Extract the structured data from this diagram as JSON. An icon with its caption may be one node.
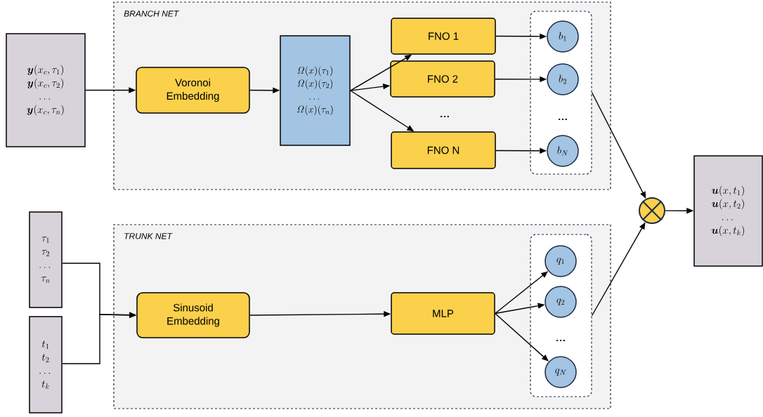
{
  "diagram": {
    "nodes": [
      {
        "text": [
          "BRANCH NET"
        ]
      },
      {
        "text": [
          "\\boldsymbol{y}(x_c,\\tau_1)",
          "\\boldsymbol{y}(x_c,\\tau_2)",
          "\\dots",
          "\\boldsymbol{y}(x_c,\\tau_n)"
        ]
      },
      {
        "text": [
          "Voronoi Embedding"
        ],
        "in": 0
      },
      {
        "text": [
          "\\mathit{\\Omega}(x)(\\tau_1)",
          "\\mathit{\\Omega}(x)(\\tau_2)",
          "\\dots",
          "\\mathit{\\Omega}(x)(\\tau_n)"
        ],
        "in": 0
      },
      {
        "text": [
          "FNO 1"
        ],
        "in": 0
      },
      {
        "text": [
          "FNO 2"
        ],
        "in": 0
      },
      {
        "text": [
          "FNO N"
        ],
        "in": 0
      },
      {
        "text": [],
        "shape": "box",
        "in": 0
      },
      {
        "text": [
          "b_1"
        ],
        "in": 7
      },
      {
        "text": [
          "b_2"
        ],
        "in": 7
      },
      {
        "text": [
          "b_N"
        ],
        "in": 7
      },
      {
        "text": [
          "TRUNK NET"
        ]
      },
      {
        "text": [
          "\\tau_1",
          "\\tau_2",
          "\\dots",
          "\\tau_n"
        ]
      },
      {
        "text": [
          "t_1",
          "t_2",
          "\\dots",
          "t_k"
        ]
      },
      {
        "text": [
          "Sinusoid Embedding"
        ],
        "in": 11
      },
      {
        "text": [
          "MLP"
        ],
        "in": 11
      },
      {
        "text": [],
        "shape": "box",
        "in": 11
      },
      {
        "text": [
          "q_1"
        ],
        "in": 16
      },
      {
        "text": [
          "q_2"
        ],
        "in": 16
      },
      {
        "text": [
          "q_N"
        ],
        "in": 16
      },
      {
        "text": [],
        "shape": "circle"
      },
      {
        "text": [
          "\\boldsymbol{u}(x,t_1)",
          "\\boldsymbol{u}(x,t_2)",
          "\\dots",
          "\\boldsymbol{u}(x,t_k)"
        ]
      }
    ],
    "edges": [
      {
        "from": 1,
        "to": 2,
        "arrow": "to"
      },
      {
        "from": 2,
        "to": 3,
        "arrow": "to"
      },
      {
        "from": 3,
        "to": 4,
        "arrow": "to"
      },
      {
        "from": 3,
        "to": 5,
        "arrow": "to"
      },
      {
        "from": 3,
        "to": 6,
        "arrow": "to"
      },
      {
        "from": 4,
        "to": 8,
        "arrow": "to"
      },
      {
        "from": 5,
        "to": 9,
        "arrow": "to"
      },
      {
        "from": 6,
        "to": 10,
        "arrow": "to"
      },
      {
        "from": 7,
        "to": 20,
        "arrow": "to"
      },
      {
        "from": 12,
        "to": 14,
        "arrow": "to"
      },
      {
        "from": 13,
        "to": 14,
        "arrow": "to"
      },
      {
        "from": 14,
        "to": 15,
        "arrow": "to"
      },
      {
        "from": 15,
        "to": 17,
        "arrow": "to"
      },
      {
        "from": 15,
        "to": 18,
        "arrow": "to"
      },
      {
        "from": 15,
        "to": 19,
        "arrow": "to"
      },
      {
        "from": 16,
        "to": 20,
        "arrow": "to"
      },
      {
        "from": 20,
        "to": 21,
        "arrow": "to"
      }
    ],
    "labels": [
      "…",
      "…",
      "…"
    ]
  }
}
